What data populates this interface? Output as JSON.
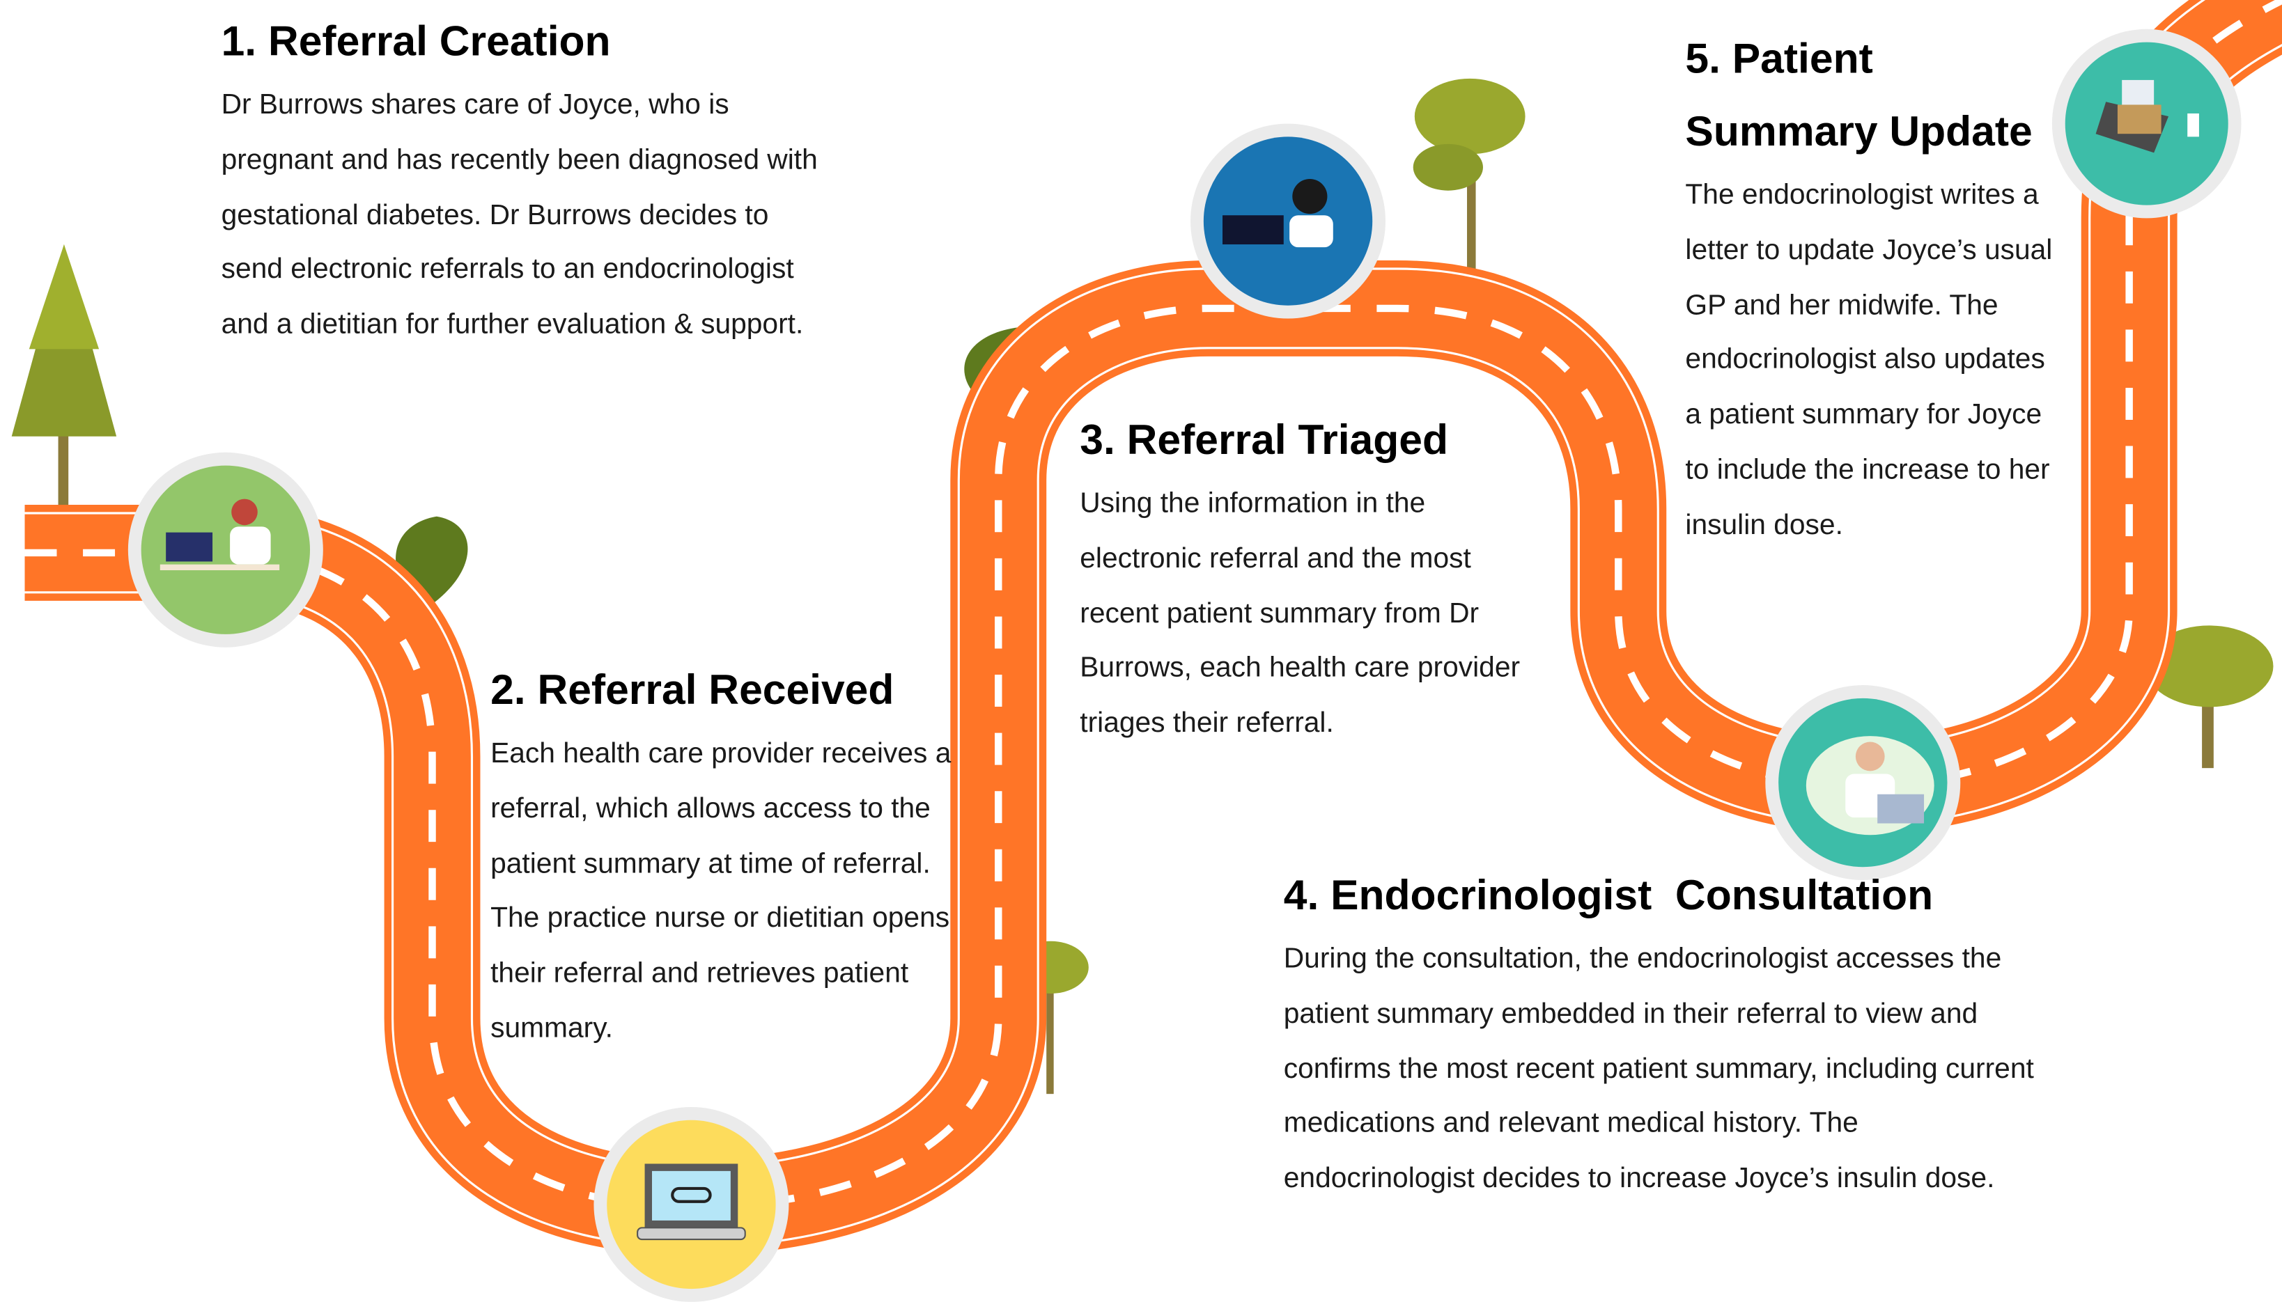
{
  "steps": [
    {
      "title": "1. Referral Creation",
      "body": "Dr Burrows shares care of Joyce, who is pregnant and has recently been diagnosed with gestational diabetes. Dr Burrows decides to send electronic referrals to an endocrinologist and a dietitian for further evaluation & support.",
      "icon": "doctor-at-computer-icon",
      "color": "#93C66A"
    },
    {
      "title": "2. Referral Received",
      "body": "Each health care provider receives a referral, which allows access to the patient summary at time of referral. The practice nurse or dietitian opens their referral and retrieves patient summary.",
      "icon": "laptop-link-icon",
      "color": "#FDDC5C"
    },
    {
      "title": "3. Referral Triaged",
      "body": "Using the information in the electronic referral and the most recent patient summary from Dr Burrows, each health care provider triages their referral.",
      "icon": "doctor-with-laptop-icon",
      "color": "#1A75B3"
    },
    {
      "title": "4. Endocrinologist  Consultation",
      "body": "During the consultation, the endocrinologist accesses the patient summary embedded in their referral to view and confirms the most recent patient summary, including current medications and relevant medical history. The endocrinologist decides to increase Joyce’s insulin dose.",
      "icon": "doctor-writing-icon",
      "color": "#3DBDA8"
    },
    {
      "title": "5. Patient Summary Update",
      "body": "The endocrinologist writes a letter to update Joyce’s usual GP and her midwife. The endocrinologist also updates a patient summary for Joyce to include the increase to her insulin dose.",
      "icon": "medical-record-laptop-icon",
      "color": "#3DBDA8"
    }
  ],
  "colors": {
    "road": "#FF7527",
    "ring": "#EBEBEB",
    "foliage": "#8A9A2A"
  }
}
